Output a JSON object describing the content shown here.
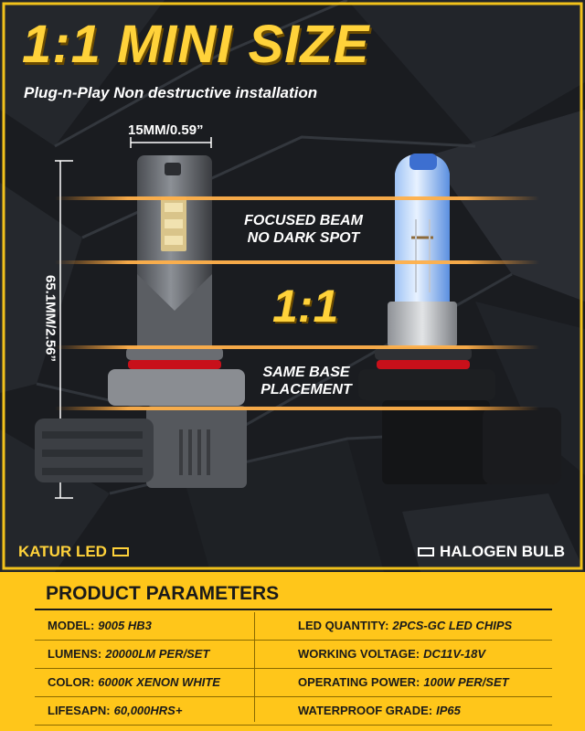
{
  "header": {
    "title": "1:1 MINI SIZE",
    "subtitle": "Plug-n-Play Non destructive installation"
  },
  "dimensions": {
    "width_label": "15MM/0.59”",
    "height_label": "65.1MM/2.56”"
  },
  "callouts": {
    "beam_line1": "FOCUSED BEAM",
    "beam_line2": "NO DARK SPOT",
    "ratio": "1:1",
    "base_line1": "SAME BASE",
    "base_line2": "PLACEMENT"
  },
  "legend": {
    "left": "KATUR LED",
    "right": "HALOGEN BULB"
  },
  "parameters": {
    "title": "PRODUCT PARAMETERS",
    "rows": [
      {
        "left_label": "MODEL:",
        "left_value": "9005 HB3",
        "right_label": "LED QUANTITY:",
        "right_value": "2PCS-GC LED CHIPS"
      },
      {
        "left_label": "LUMENS:",
        "left_value": "20000LM PER/SET",
        "right_label": "WORKING VOLTAGE:",
        "right_value": "DC11V-18V"
      },
      {
        "left_label": "COLOR:",
        "left_value": "6000K XENON WHITE",
        "right_label": "OPERATING POWER:",
        "right_value": "100W PER/SET"
      },
      {
        "left_label": "LIFESAPN:",
        "left_value": "60,000HRS+",
        "right_label": "WATERPROOF GRADE:",
        "right_value": "IP65"
      }
    ]
  },
  "colors": {
    "accent_yellow": "#ffc61a",
    "title_yellow": "#ffd23a",
    "background_dark": "#1a1c20",
    "beam_orange": "#ff9a2a",
    "halogen_glass_blue": "#5a8fe0"
  }
}
